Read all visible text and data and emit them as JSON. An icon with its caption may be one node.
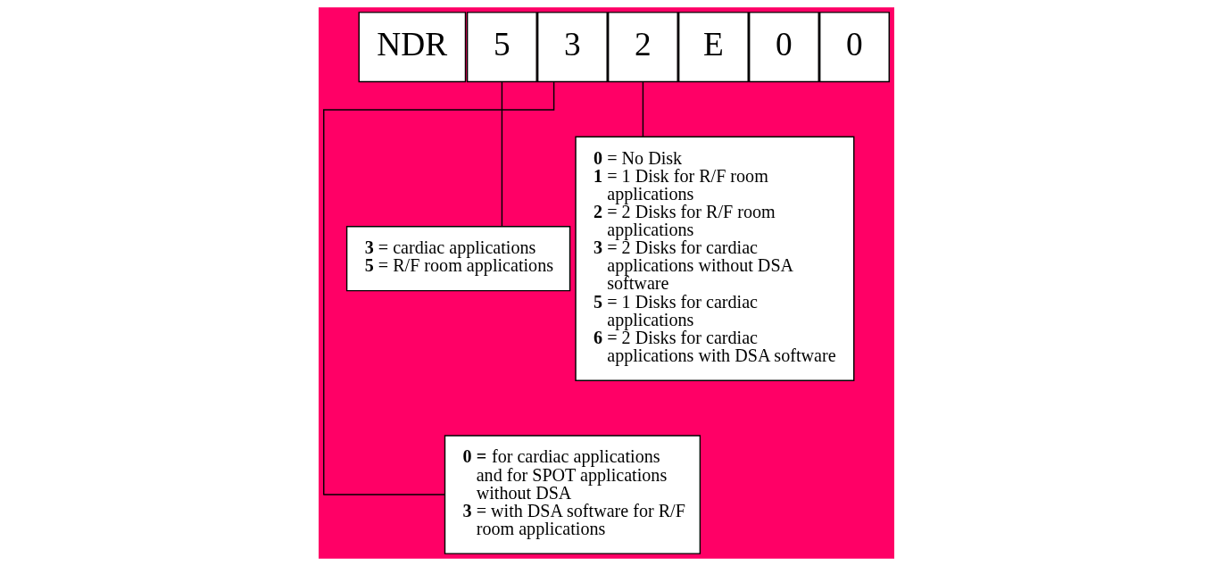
{
  "diagram": {
    "nodes": [
      {
        "text": [
          "NDR"
        ]
      },
      {
        "text": [
          "5"
        ]
      },
      {
        "text": [
          "3"
        ]
      },
      {
        "text": [
          "2"
        ]
      },
      {
        "text": [
          "E"
        ]
      },
      {
        "text": [
          "0"
        ]
      },
      {
        "text": [
          "0"
        ]
      },
      {
        "text": [
          "**3** = cardiac applications",
          "**5** = R/F room applications"
        ]
      },
      {
        "text": [
          "**0 =** for cardiac applications and for SPOT applications without DSA",
          "**3** = with DSA software for R/F room applications"
        ]
      },
      {
        "text": [
          "**0** = No Disk",
          "**1** = 1 Disk for R/F room applications",
          "**2** = 2 Disks for R/F room applications",
          "**3** = 2 Disks for cardiac applications without DSA software",
          "**5** = 1 Disks for cardiac applications",
          "**6** = 2 Disks for cardiac applications with DSA software"
        ]
      }
    ],
    "edges": [
      {
        "from": 1,
        "to": 7,
        "arrow": "none"
      },
      {
        "from": 2,
        "to": 8,
        "arrow": "none"
      },
      {
        "from": 3,
        "to": 9,
        "arrow": "none"
      }
    ]
  }
}
